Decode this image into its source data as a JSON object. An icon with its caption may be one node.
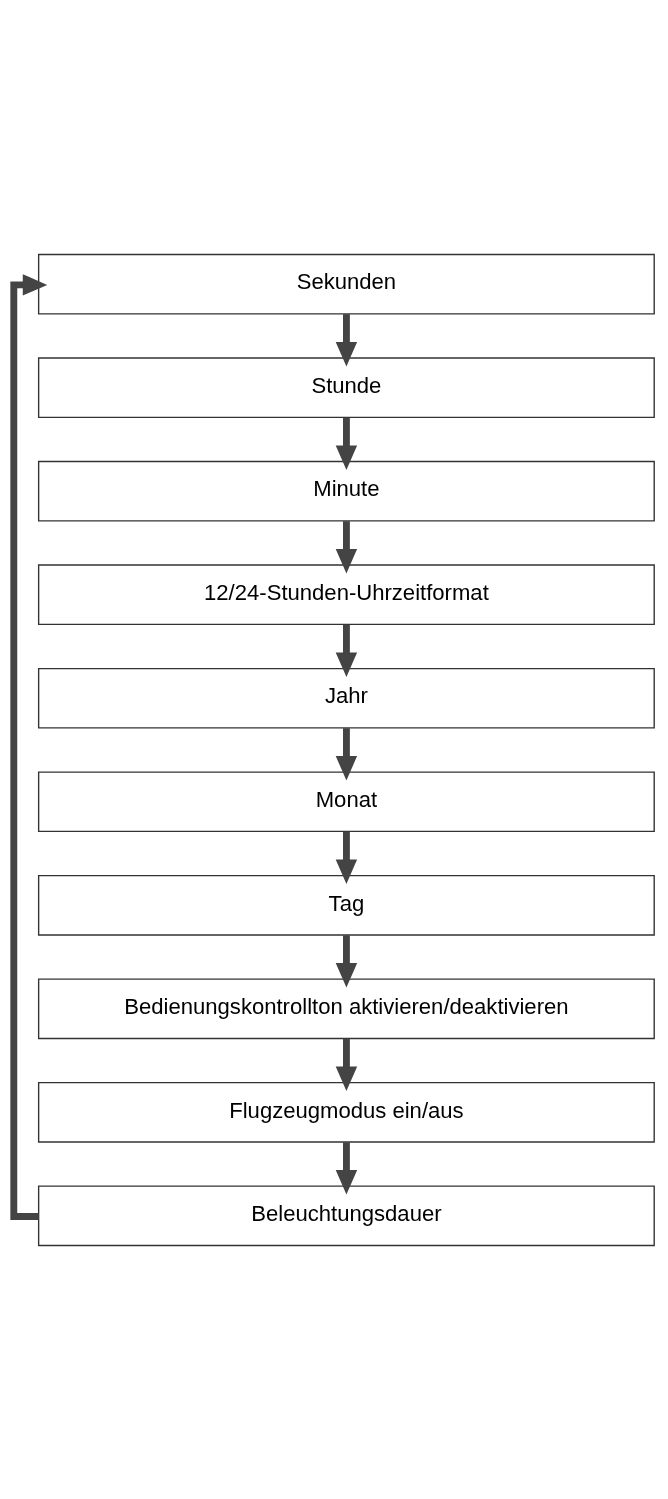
{
  "diagram": {
    "nodes": [
      {
        "text": [
          "Sekunden"
        ]
      },
      {
        "text": [
          "Stunde"
        ]
      },
      {
        "text": [
          "Minute"
        ]
      },
      {
        "text": [
          "12/24-Stunden-Uhrzeitformat"
        ]
      },
      {
        "text": [
          "Jahr"
        ]
      },
      {
        "text": [
          "Monat"
        ]
      },
      {
        "text": [
          "Tag"
        ]
      },
      {
        "text": [
          "Bedienungskontrollton aktivieren/deaktivieren"
        ]
      },
      {
        "text": [
          "Flugzeugmodus ein/aus"
        ]
      },
      {
        "text": [
          "Beleuchtungsdauer"
        ]
      }
    ],
    "edges": [
      {
        "from": 0,
        "to": 1,
        "arrow": "to"
      },
      {
        "from": 1,
        "to": 2,
        "arrow": "to"
      },
      {
        "from": 2,
        "to": 3,
        "arrow": "to"
      },
      {
        "from": 3,
        "to": 4,
        "arrow": "to"
      },
      {
        "from": 4,
        "to": 5,
        "arrow": "to"
      },
      {
        "from": 5,
        "to": 6,
        "arrow": "to"
      },
      {
        "from": 6,
        "to": 7,
        "arrow": "to"
      },
      {
        "from": 7,
        "to": 8,
        "arrow": "to"
      },
      {
        "from": 8,
        "to": 9,
        "arrow": "to"
      },
      {
        "from": 9,
        "to": 0,
        "arrow": "to"
      }
    ]
  }
}
